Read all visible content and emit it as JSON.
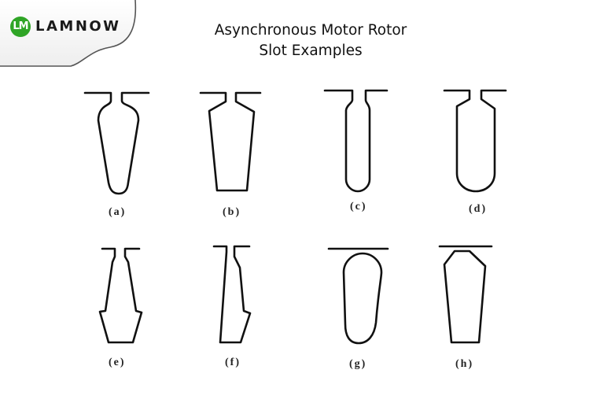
{
  "brand": {
    "badge_text": "LM",
    "name": "LAMNOW",
    "accent_color": "#2fa526"
  },
  "title": {
    "line1": "Asynchronous Motor Rotor",
    "line2": "Slot Examples"
  },
  "slots": [
    {
      "id": "a",
      "label": "(a)",
      "description": "pear-shaped slot with semi-closed opening"
    },
    {
      "id": "b",
      "label": "(b)",
      "description": "trapezoidal slot with semi-closed opening"
    },
    {
      "id": "c",
      "label": "(c)",
      "description": "deep round-bottom parallel slot"
    },
    {
      "id": "d",
      "label": "(d)",
      "description": "round-bottom parallel slot with shoulders"
    },
    {
      "id": "e",
      "label": "(e)",
      "description": "double-cage / stepped wedge slot"
    },
    {
      "id": "f",
      "label": "(f)",
      "description": "knife-shaped stepped slot"
    },
    {
      "id": "g",
      "label": "(g)",
      "description": "closed pear-shaped slot"
    },
    {
      "id": "h",
      "label": "(h)",
      "description": "closed trapezoidal slot"
    }
  ]
}
